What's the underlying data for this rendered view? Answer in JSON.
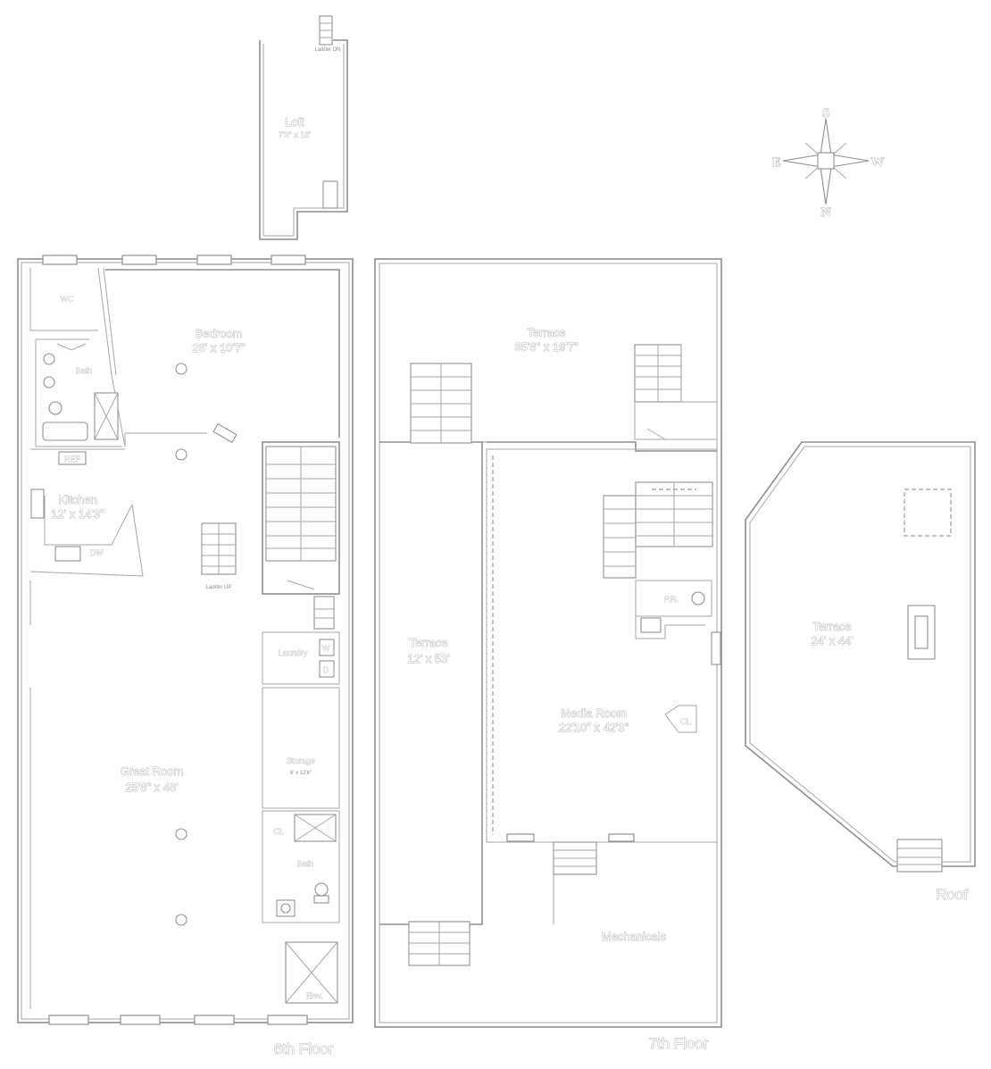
{
  "compass": {
    "north": "N",
    "south": "S",
    "east": "E",
    "west": "W"
  },
  "loft": {
    "name": "Loft",
    "dims": "7'3\" x 16'",
    "dn_label": "Ladder DN"
  },
  "floor6": {
    "title": "6th Floor",
    "wc": "WC",
    "bath_upper": "Bath",
    "bedroom": {
      "name": "Bedroom",
      "dims": "26' x 10'7\""
    },
    "ref": "REF",
    "kitchen": {
      "name": "Kitchen",
      "dims": "12' x 14'3\""
    },
    "dw": "DW",
    "ladder_up": "Ladder UP",
    "laundry": "Laundry",
    "washer": "W",
    "dryer": "D",
    "storage": {
      "name": "Storage",
      "dims": "6' x 12'6\""
    },
    "great_room": {
      "name": "Great Room",
      "dims": "25'8\" x 48'"
    },
    "closet": "CL",
    "bath_lower": "Bath",
    "elevator": "Elev."
  },
  "floor7": {
    "title": "7th Floor",
    "terrace_north": {
      "name": "Terrace",
      "dims": "35'8\" x 19'7\""
    },
    "terrace_west": {
      "name": "Terrace",
      "dims": "12' x 53'"
    },
    "powder_room": "P.R.",
    "media_room": {
      "name": "Media Room",
      "dims": "22'10\" x 42'3\""
    },
    "closet": "CL",
    "mechanicals": "Mechanicals"
  },
  "roof": {
    "title": "Roof",
    "terrace": {
      "name": "Terrace",
      "dims": "24' x 44'"
    }
  }
}
